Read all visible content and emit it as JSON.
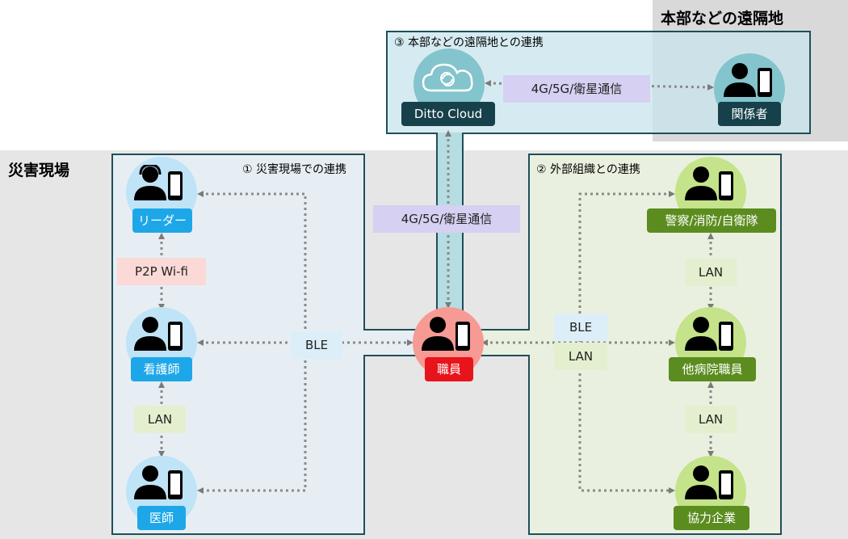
{
  "regions": {
    "hq_label": "本部などの遠隔地",
    "site_label": "災害現場"
  },
  "boxes": {
    "remote_title": "③ 本部などの遠隔地との連携",
    "site_title": "① 災害現場での連携",
    "external_title": "② 外部組織との連携"
  },
  "nodes": {
    "cloud": "Ditto Cloud",
    "stakeholder": "関係者",
    "leader": "リーダー",
    "nurse": "看護師",
    "doctor": "医師",
    "staff": "職員",
    "police": "警察/消防/自衛隊",
    "other_hospital": "他病院職員",
    "partner": "協力企業"
  },
  "links": {
    "remote_comm": "4G/5G/衛星通信",
    "uplink_comm": "4G/5G/衛星通信",
    "p2p": "P2P Wi-fi",
    "ble_site": "BLE",
    "lan_site": "LAN",
    "ble_ext": "BLE",
    "lan_ext": "LAN",
    "lan_ext_top": "LAN",
    "lan_ext_bottom": "LAN"
  },
  "colors": {
    "blue_node": "#bfe3f7",
    "blue_tag": "#1ea7e8",
    "green_node": "#c4e38a",
    "green_tag": "#5b8c1f",
    "red_node": "#f79a94",
    "red_tag": "#e8141b",
    "teal_node": "#84c4cc",
    "teal_tag": "#17414a",
    "purple_chip": "#d6d0f2",
    "pink_chip": "#fbd9d6",
    "green_chip": "#e3efcf",
    "blue_chip": "#dceef8"
  }
}
